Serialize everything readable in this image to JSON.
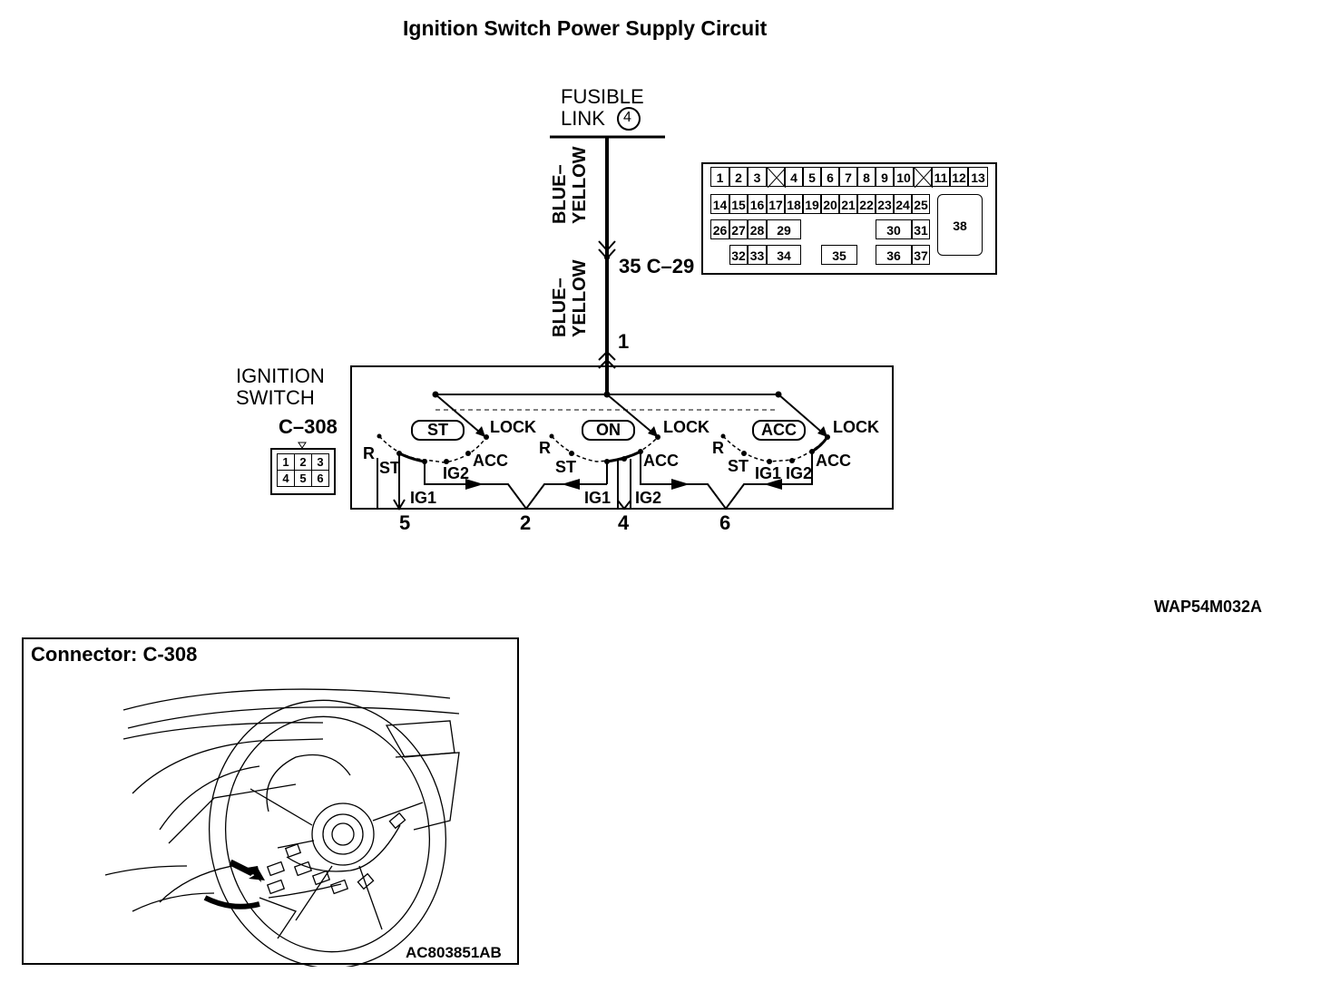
{
  "title": "Ignition Switch Power Supply Circuit",
  "fusible_link": {
    "line1": "FUSIBLE",
    "line2": "LINK",
    "number": "4"
  },
  "wires": {
    "upper_color": "BLUE–\nYELLOW",
    "lower_color": "BLUE–\nYELLOW"
  },
  "junction": {
    "label": "35 C–29",
    "terminal_1": "1"
  },
  "ignition_switch": {
    "line1": "IGNITION",
    "line2": "SWITCH",
    "connector": "C–308"
  },
  "switch_positions": {
    "states": [
      "ST",
      "ON",
      "ACC"
    ],
    "contacts": [
      "LOCK",
      "ACC",
      "R",
      "ST",
      "IG1",
      "IG2"
    ]
  },
  "terminals": [
    "5",
    "2",
    "4",
    "6"
  ],
  "c308_pins": [
    [
      "1",
      "2",
      "3"
    ],
    [
      "4",
      "5",
      "6"
    ]
  ],
  "c29_pins": [
    "1",
    "2",
    "3",
    "4",
    "5",
    "6",
    "7",
    "8",
    "9",
    "10",
    "11",
    "12",
    "13",
    "14",
    "15",
    "16",
    "17",
    "18",
    "19",
    "20",
    "21",
    "22",
    "23",
    "24",
    "25",
    "26",
    "27",
    "28",
    "29",
    "30",
    "31",
    "32",
    "33",
    "34",
    "35",
    "36",
    "37",
    "38"
  ],
  "figure_code": "WAP54M032A",
  "photo": {
    "title": "Connector: C-308",
    "code": "AC803851AB"
  }
}
